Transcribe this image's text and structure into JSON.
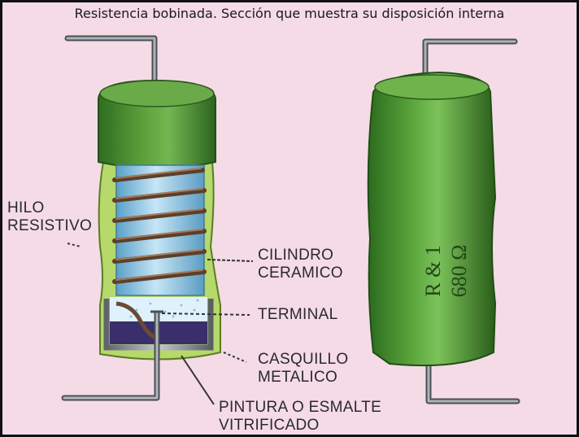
{
  "title": "Resistencia bobinada. Sección que muestra su disposición interna",
  "labels": {
    "hilo_resistivo": [
      "HILO",
      "RESISTIVO"
    ],
    "cilindro_ceramico": [
      "CILINDRO",
      "CERAMICO"
    ],
    "terminal": "TERMINAL",
    "casquillo_metalico": [
      "CASQUILLO",
      "METALICO"
    ],
    "pintura": [
      "PINTURA O ESMALTE",
      "VITRIFICADO"
    ]
  },
  "body_marking": [
    "R & 1",
    "680 Ω"
  ],
  "colors": {
    "background": "#f4dbe6",
    "green_body": "#3f8a2a",
    "ceramic": "#8ec8e6",
    "wire": "#6b4a35",
    "terminal_metal": "#8a8f96",
    "cap_base": "#3a2f6a"
  }
}
